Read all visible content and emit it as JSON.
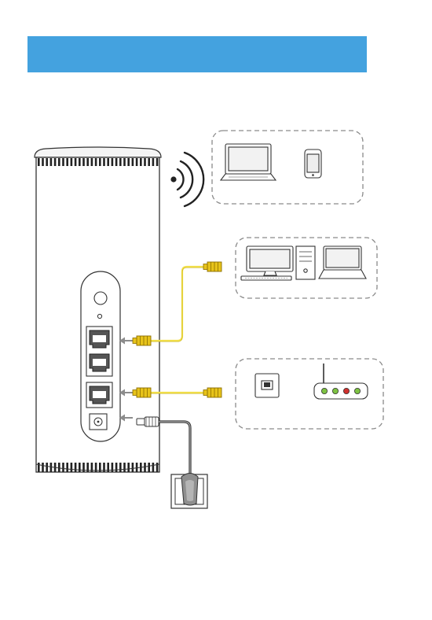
{
  "header_banner": {
    "color": "#44a2df",
    "text": ""
  },
  "colors": {
    "cable_yellow": "#f2df4a",
    "connector_yellow": "#e7c31a",
    "line_dark": "#333333",
    "arrow_gray": "#8c8c8c",
    "dash_gray": "#8a8a8a",
    "led_green": "#7dc242",
    "led_red": "#d0312d"
  },
  "groups": [
    {
      "name": "wireless-devices",
      "items": [
        "laptop",
        "smartphone"
      ]
    },
    {
      "name": "wired-computers",
      "items": [
        "desktop-computer",
        "laptop"
      ]
    },
    {
      "name": "lan-upstream",
      "items": [
        "wall-ethernet-socket",
        "router"
      ]
    }
  ],
  "icons": [
    "wifi-signal-icon",
    "power-plug-icon",
    "arrow-left-icon"
  ],
  "router_leds": [
    "green",
    "green",
    "red",
    "green"
  ]
}
